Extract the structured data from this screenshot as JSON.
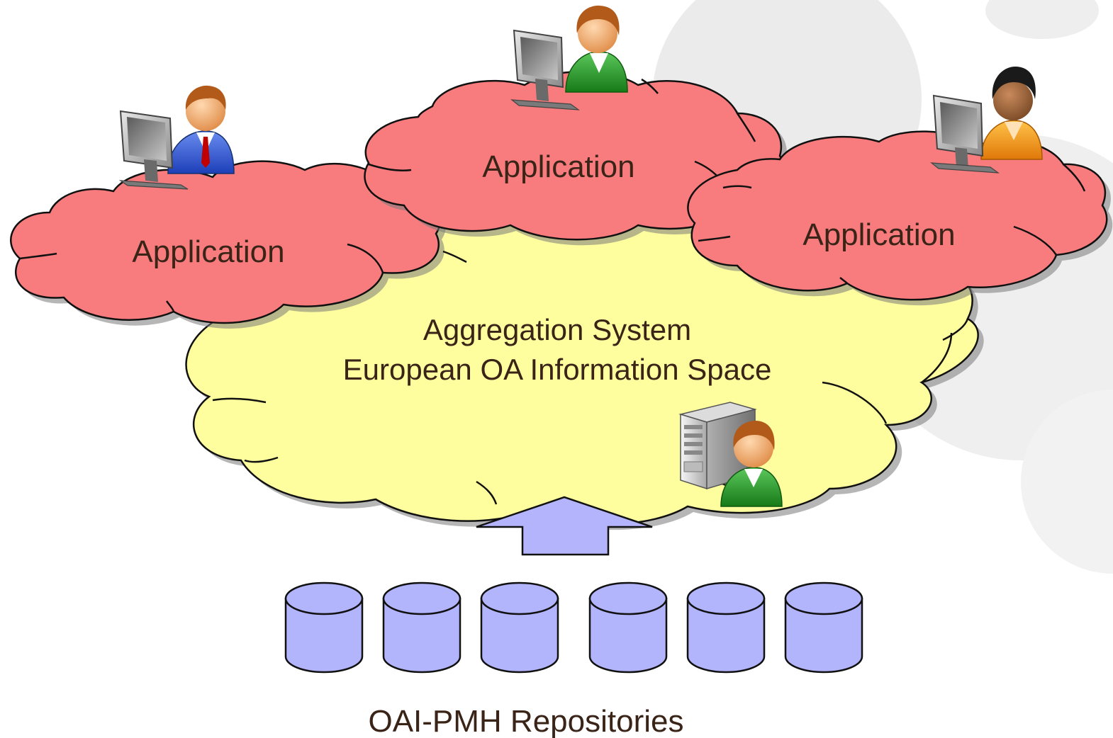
{
  "clouds": {
    "app_left": "Application",
    "app_center": "Application",
    "app_right": "Application",
    "aggregation_line1": "Aggregation System",
    "aggregation_line2": "European OA Information Space"
  },
  "repositories": {
    "label": "OAI-PMH Repositories",
    "count": 6
  },
  "icons": {
    "users": [
      "user-blue-suit-icon",
      "user-green-shirt-icon",
      "user-orange-shirt-icon"
    ],
    "monitor": "monitor-icon",
    "server": "server-icon",
    "admin": "admin-user-icon",
    "database": "database-icon",
    "arrow": "up-arrow-icon"
  },
  "colors": {
    "application_cloud": "#f87c7e",
    "aggregation_cloud": "#fefe9e",
    "repository": "#b2b4fc",
    "arrow": "#b4b4fc",
    "text": "#3a2418",
    "background_circles": "#ebebeb"
  }
}
